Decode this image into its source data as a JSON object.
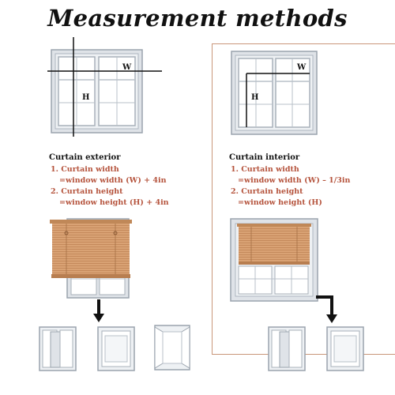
{
  "title": "Measurement methods",
  "exterior": {
    "heading": "Curtain exterior",
    "lines": [
      "1. Curtain width",
      "=window width (W) + 4in",
      "2. Curtain height",
      "=window height (H) + 4in"
    ],
    "w_label": "W",
    "h_label": "H"
  },
  "interior": {
    "heading": "Curtain interior",
    "lines": [
      "1. Curtain width",
      "=window width (W) – 1/3in",
      "2. Curtain height",
      "=window height (H)"
    ],
    "w_label": "W",
    "h_label": "H"
  },
  "colors": {
    "accent_text": "#b5533c",
    "divider": "#c9967a",
    "bamboo": "#d9a274"
  }
}
